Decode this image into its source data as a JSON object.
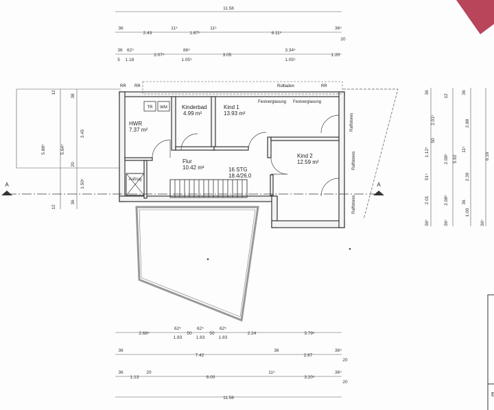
{
  "dims_top": {
    "row1": [
      "11.58"
    ],
    "row2": [
      "36",
      "2.43",
      "11⁵",
      "1.87⁵",
      "11⁵",
      "6.11⁵",
      "36⁵",
      "20"
    ],
    "row3": [
      "36",
      "62⁵",
      "2.07⁵",
      "86⁵",
      "3.05",
      "3.34⁵",
      "1.20",
      "5",
      "1.18",
      "1.05⁵",
      "1.05⁵"
    ]
  },
  "dims_bottom": {
    "row1": [
      "2.68⁵",
      "62⁵",
      "50",
      "62⁵",
      "50",
      "62⁵",
      "2.24",
      "3.79⁵",
      "1.83",
      "1.83",
      "1.83"
    ],
    "row2": [
      "36",
      "7.42",
      "36",
      "2.87",
      "36⁵",
      "20"
    ],
    "row3": [
      "36",
      "20",
      "1.13",
      "6.00",
      "11⁵",
      "3.20⁵",
      "36⁵",
      "20"
    ],
    "row4": [
      "11.58"
    ]
  },
  "dims_left": [
    "12",
    "38",
    "3.45",
    "5.88⁵",
    "5.64⁵",
    "20",
    "1.50⁵",
    "36",
    "12"
  ],
  "dims_right": [
    "36",
    "12",
    "36",
    "2.01⁵",
    "2.88",
    "6.16",
    "50",
    "1.12⁵",
    "2.08⁵",
    "5.92",
    "11⁵",
    "2.39",
    "51⁵",
    "2.01",
    "2.08⁵",
    "36",
    "1.00",
    "36⁵",
    "36⁵",
    "36⁵"
  ],
  "rooms": {
    "hwr": {
      "name": "HWR",
      "area": "7.37 m²"
    },
    "kinderbad": {
      "name": "Kinderbad",
      "area": "4.99 m²"
    },
    "kind1": {
      "name": "Kind 1",
      "area": "13.93 m²"
    },
    "flur": {
      "name": "Flur",
      "area": "10.42 m²"
    },
    "kind2": {
      "name": "Kind 2",
      "area": "12.59 m²"
    },
    "stairs": {
      "name": "16 STG",
      "detail": "18.4/26.0"
    }
  },
  "labels": {
    "aufzug": "Aufzug",
    "tr": "TR",
    "wm": "WM",
    "rollladen": "Rollladen",
    "festverglasung_1": "Festverglasung",
    "festverglasung_2": "Festverglasung",
    "raffstores_1": "Raffstores",
    "raffstores_2": "Raffstores",
    "raffstores_3": "Raffstores",
    "rr_1": "RR",
    "rr_2": "RR",
    "rr_3": "RR",
    "section_left": "A",
    "section_right": "A",
    "corner_label": "E"
  }
}
